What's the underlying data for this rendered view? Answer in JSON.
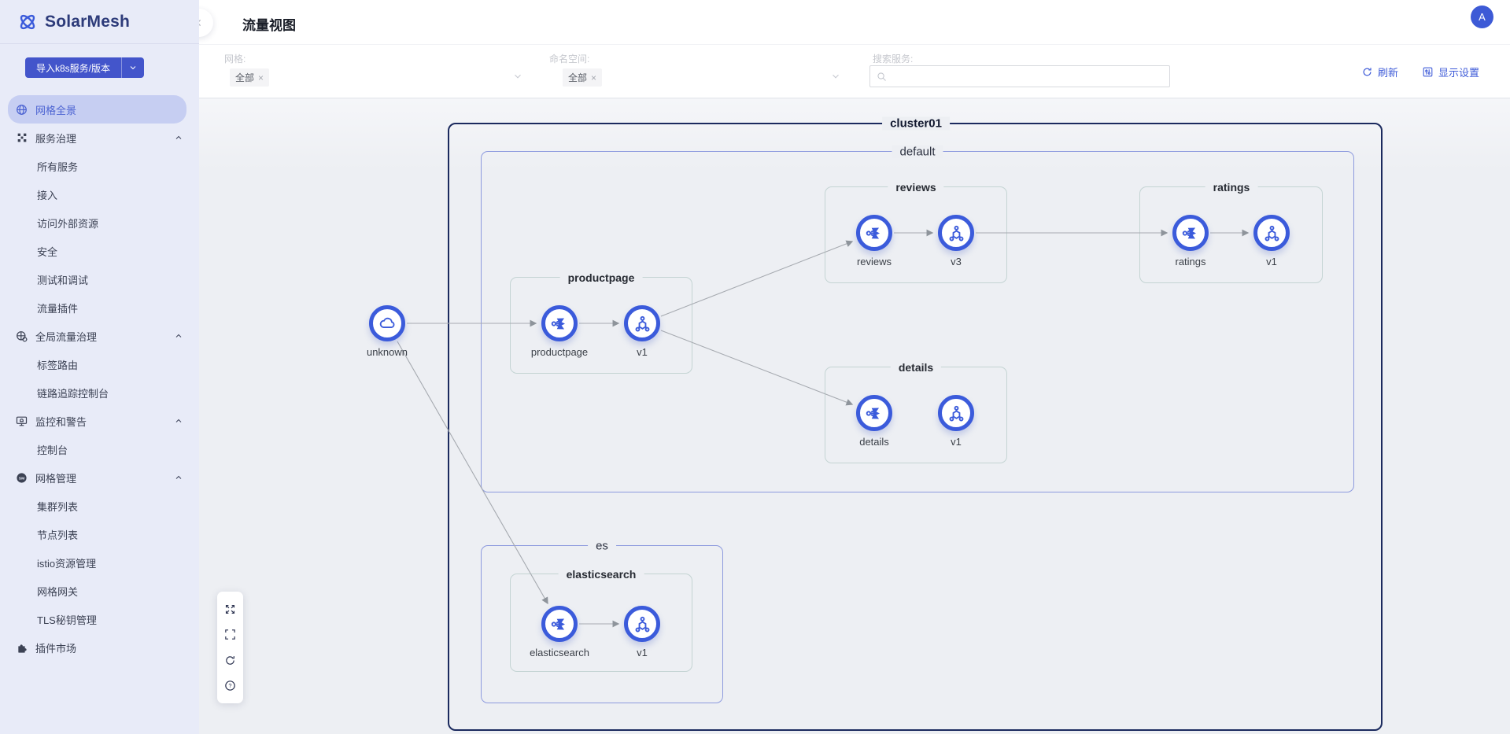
{
  "app": {
    "name": "SolarMesh"
  },
  "header": {
    "title": "流量视图",
    "avatar": "A"
  },
  "sidebar": {
    "import_button": "导入k8s服务/版本",
    "items": [
      {
        "label": "网格全景"
      },
      {
        "label": "服务治理"
      },
      {
        "label": "所有服务"
      },
      {
        "label": "接入"
      },
      {
        "label": "访问外部资源"
      },
      {
        "label": "安全"
      },
      {
        "label": "测试和调试"
      },
      {
        "label": "流量插件"
      },
      {
        "label": "全局流量治理"
      },
      {
        "label": "标签路由"
      },
      {
        "label": "链路追踪控制台"
      },
      {
        "label": "监控和警告"
      },
      {
        "label": "控制台"
      },
      {
        "label": "网格管理"
      },
      {
        "label": "集群列表"
      },
      {
        "label": "节点列表"
      },
      {
        "label": "istio资源管理"
      },
      {
        "label": "网格网关"
      },
      {
        "label": "TLS秘钥管理"
      },
      {
        "label": "插件市场"
      }
    ]
  },
  "filters": {
    "mesh_label": "网格:",
    "mesh_value": "全部",
    "namespace_label": "命名空间:",
    "namespace_value": "全部",
    "search_label": "搜索服务:",
    "tag_close": "×",
    "refresh": "刷新",
    "display_settings": "显示设置"
  },
  "graph": {
    "cluster_label": "cluster01",
    "namespaces": {
      "default": "default",
      "es": "es"
    },
    "groups": {
      "reviews": "reviews",
      "ratings": "ratings",
      "productpage": "productpage",
      "details": "details",
      "elasticsearch": "elasticsearch"
    },
    "nodes": {
      "unknown": "unknown",
      "productpage": "productpage",
      "productpage_v1": "v1",
      "reviews": "reviews",
      "reviews_v3": "v3",
      "ratings": "ratings",
      "ratings_v1": "v1",
      "details": "details",
      "details_v1": "v1",
      "elasticsearch": "elasticsearch",
      "elasticsearch_v1": "v1"
    }
  },
  "colors": {
    "accent": "#3b5bdb",
    "cluster_border": "#1b2a5e",
    "namespace_border": "#8d9ade",
    "group_border": "#c4d4d3",
    "edge": "#a6aab0",
    "sidebar_bg": "#e8ebf8"
  }
}
